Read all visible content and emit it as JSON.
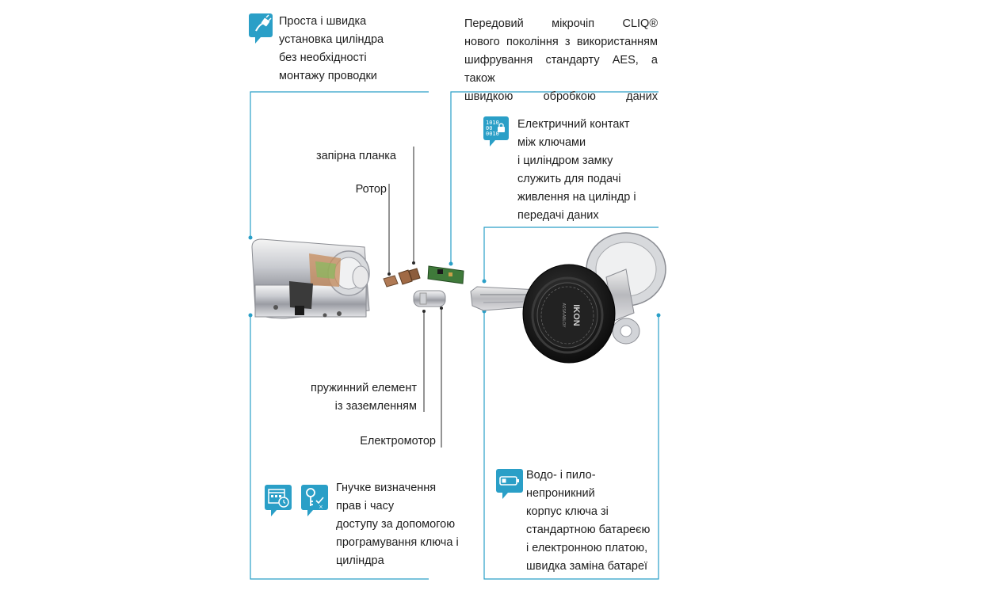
{
  "callouts": {
    "install": "Проста і швидка\nустановка циліндра\nбез необхідності\nмонтажу проводки",
    "chip": "Передовий мікрочіп CLIQ®\nнового покоління з використанням\nшифрування стандарту AES, а також\nшвидкою обробкою даних",
    "contact": "Електричний контакт\nміж ключами\nі циліндром замку\nслужить для подачі\nживлення на циліндр і\nпередачі даних",
    "strike_plate": "запірна планка",
    "rotor": "Ротор",
    "spring": "пружинний елемент\nіз заземленням",
    "motor": "Електромотор",
    "rights": "Гнучке визначення\nправ і часу\nдоступу за допомогою\nпрограмування ключа і\nциліндра",
    "waterproof": "Водо- і пило-\nнепроникний\nкорпус ключа зі\nстандартною батареєю\nі електронною платою,\nшвидка заміна батареї"
  },
  "icons": {
    "install": "plug-icon",
    "contact": "binary-lock-icon",
    "calendar": "calendar-clock-icon",
    "key": "key-permission-icon",
    "battery": "battery-icon"
  },
  "key_brand": {
    "name": "IKON",
    "sub": "ASSA ABLOY"
  },
  "colors": {
    "accent": "#2a9fc7",
    "text": "#1e1e1e"
  }
}
